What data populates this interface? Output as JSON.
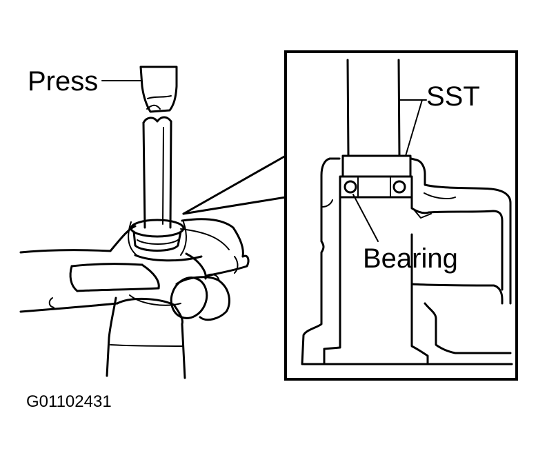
{
  "labels": {
    "press": "Press",
    "sst": "SST",
    "bearing": "Bearing"
  },
  "figure_code": "G01102431",
  "colors": {
    "ink": "#000000",
    "paper": "#ffffff"
  }
}
